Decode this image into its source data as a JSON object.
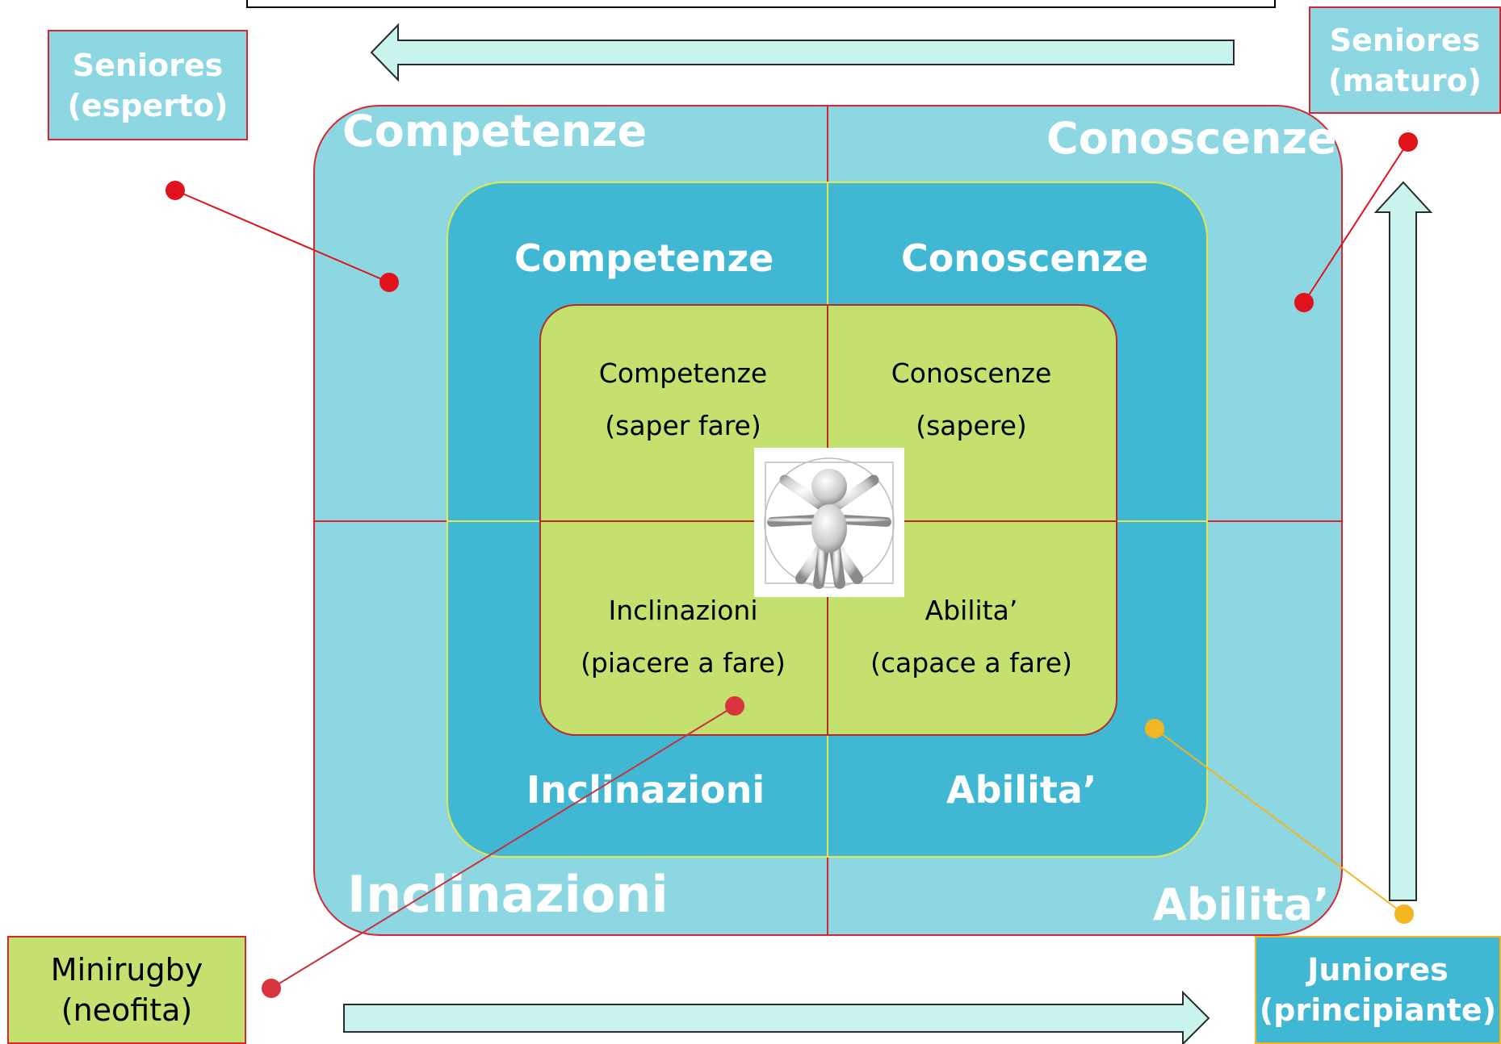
{
  "diagram": {
    "outer": {
      "competenze": "Competenze",
      "conoscenze": "Conoscenze",
      "inclinazioni": "Inclinazioni",
      "abilita": "Abilita’"
    },
    "middle": {
      "competenze": "Competenze",
      "conoscenze": "Conoscenze",
      "inclinazioni": "Inclinazioni",
      "abilita": "Abilita’"
    },
    "inner": {
      "competenze": {
        "title": "Competenze",
        "subtitle": "(saper fare)"
      },
      "conoscenze": {
        "title": "Conoscenze",
        "subtitle": "(sapere)"
      },
      "inclinazioni": {
        "title": "Inclinazioni",
        "subtitle": "(piacere a fare)"
      },
      "abilita": {
        "title": "Abilita’",
        "subtitle": "(capace a fare)"
      }
    },
    "levels": {
      "seniores_esperto": {
        "line1": "Seniores",
        "line2": "(esperto)"
      },
      "seniores_maturo": {
        "line1": "Seniores",
        "line2": "(maturo)"
      },
      "minirugby": {
        "line1": "Minirugby",
        "line2": "(neofita)"
      },
      "juniores": {
        "line1": "Juniores",
        "line2": "(principiante)"
      }
    }
  },
  "colors": {
    "outer_fill": "#8dd7e3",
    "middle_fill": "#41b8d3",
    "inner_fill": "#c4e06e",
    "arrow_fill": "#c9f4ee",
    "connector_red": "#e0121b",
    "connector_orange": "#f2b622"
  }
}
